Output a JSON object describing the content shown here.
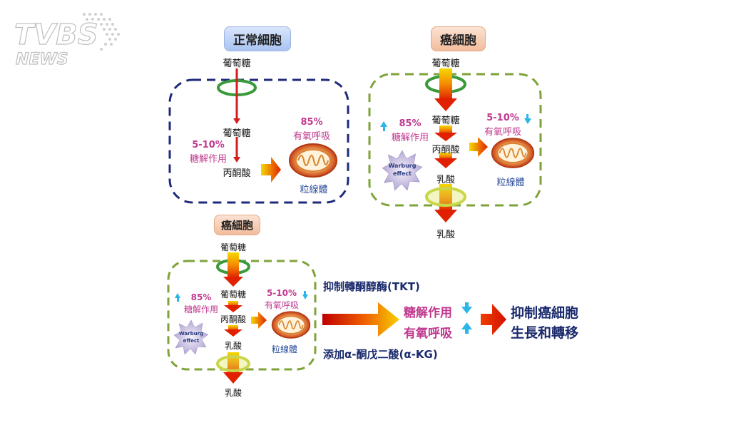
{
  "logo": {
    "line1": "TVBS",
    "line2": "NEWS"
  },
  "panel_normal": {
    "title": "正常細胞",
    "glucose_outside": "葡萄糖",
    "glucose_inside": "葡萄糖",
    "glycolysis_pct": "5-10%",
    "glycolysis_label": "糖解作用",
    "pyruvate": "丙酮酸",
    "oxphos_pct": "85%",
    "oxphos_label": "有氧呼吸",
    "mitochondria": "粒線體"
  },
  "panel_cancer": {
    "title": "癌細胞",
    "glucose_outside": "葡萄糖",
    "glucose_inside": "葡萄糖",
    "glycolysis_pct": "85%",
    "glycolysis_label": "糖解作用",
    "pyruvate": "丙酮酸",
    "oxphos_pct": "5-10%",
    "oxphos_label": "有氧呼吸",
    "mitochondria": "粒線體",
    "lactate_inside": "乳酸",
    "lactate_outside": "乳酸",
    "warburg_line1": "Warburg",
    "warburg_line2": "effect"
  },
  "panel_treated": {
    "title": "癌細胞",
    "glucose_outside": "葡萄糖",
    "glucose_inside": "葡萄糖",
    "glycolysis_pct": "85%",
    "glycolysis_label": "糖解作用",
    "pyruvate": "丙酮酸",
    "oxphos_pct": "5-10%",
    "oxphos_label": "有氧呼吸",
    "mitochondria": "粒線體",
    "lactate_inside": "乳酸",
    "lactate_outside": "乳酸",
    "warburg_line1": "Warburg",
    "warburg_line2": "effect"
  },
  "treatment": {
    "inhibit_tkt": "抑制轉酮醇酶(TKT)",
    "add_akg": "添加α-酮戊二酸(α-KG)",
    "glycolysis": "糖解作用",
    "oxphos": "有氧呼吸",
    "result_line1": "抑制癌細胞",
    "result_line2": "生長和轉移"
  },
  "colors": {
    "normal_membrane": "#1f2a7a",
    "cancer_membrane": "#7fa33a",
    "up_arrow": "#29b6e8",
    "magenta_text": "#c0398f",
    "blue_text": "#2a4d9c"
  }
}
